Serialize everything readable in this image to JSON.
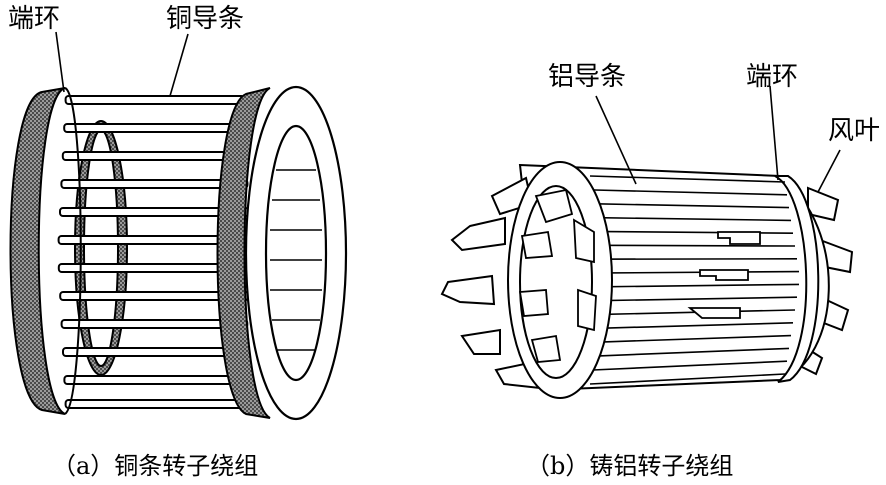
{
  "figure_a": {
    "label_end_ring": "端环",
    "label_bars": "铜导条",
    "caption": "（a）铜条转子绕组"
  },
  "figure_b": {
    "label_bars": "铝导条",
    "label_end_ring": "端环",
    "label_fan": "风叶",
    "caption": "（b）铸铝转子绕组"
  },
  "colors": {
    "line": "#000000",
    "ring_fill": "#8c8c8c",
    "background": "#ffffff"
  }
}
